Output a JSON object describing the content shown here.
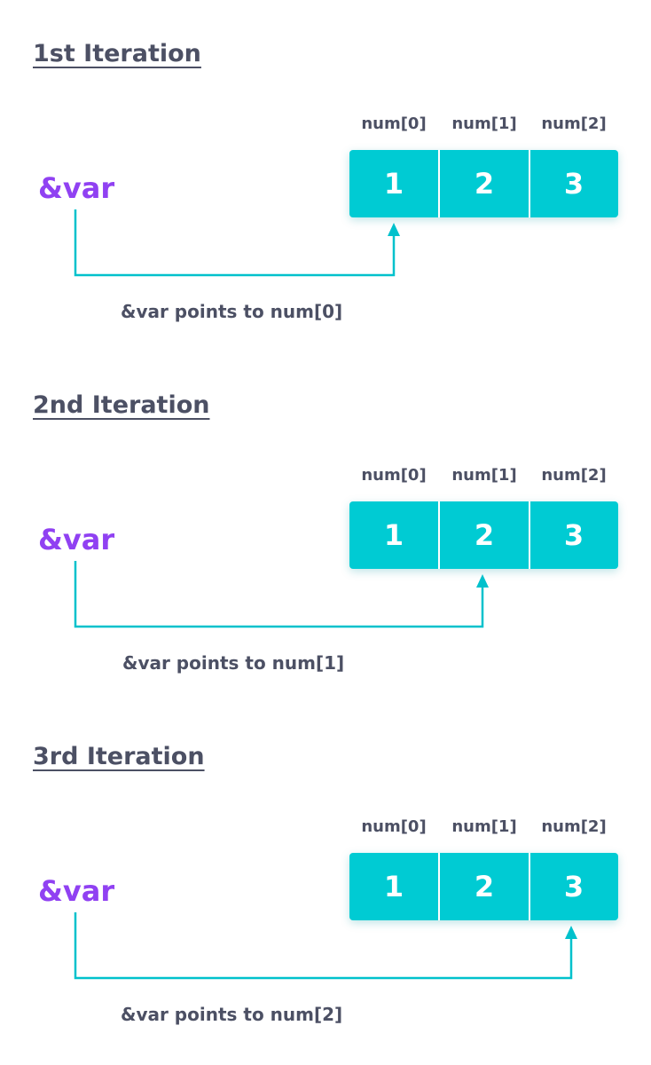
{
  "colors": {
    "title_text": "#4c5064",
    "pointer_label": "#9041f2",
    "array_fill": "#00cbd3",
    "arrow": "#00c1cc",
    "cell_text": "#ffffff"
  },
  "sections": [
    {
      "title": "1st Iteration",
      "pointer": "&var",
      "indices": [
        "num[0]",
        "num[1]",
        "num[2]"
      ],
      "values": [
        "1",
        "2",
        "3"
      ],
      "target_index": 0,
      "caption": "&var points to num[0]"
    },
    {
      "title": "2nd Iteration",
      "pointer": "&var",
      "indices": [
        "num[0]",
        "num[1]",
        "num[2]"
      ],
      "values": [
        "1",
        "2",
        "3"
      ],
      "target_index": 1,
      "caption": "&var points to num[1]"
    },
    {
      "title": "3rd Iteration",
      "pointer": "&var",
      "indices": [
        "num[0]",
        "num[1]",
        "num[2]"
      ],
      "values": [
        "1",
        "2",
        "3"
      ],
      "target_index": 2,
      "caption": "&var points to num[2]"
    }
  ]
}
